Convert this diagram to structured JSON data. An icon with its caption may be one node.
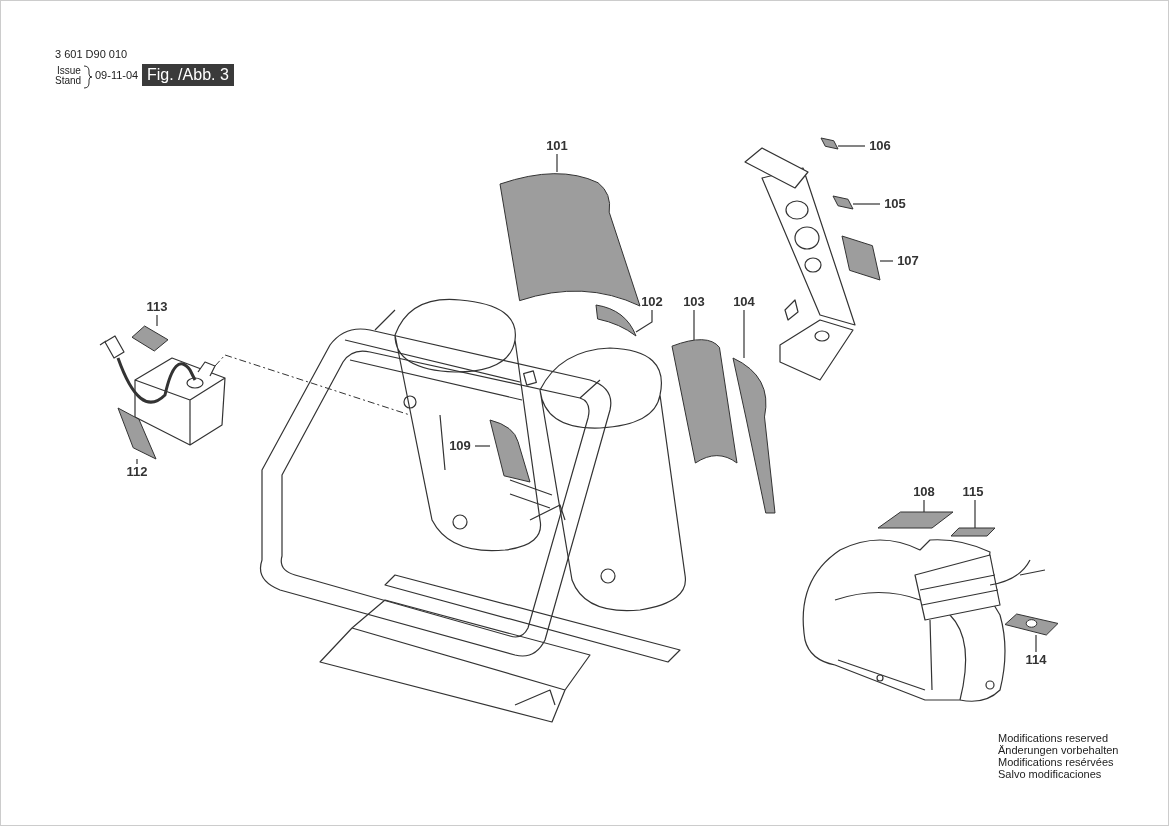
{
  "diagram": {
    "nodes": [
      {
        "text": [
          "101"
        ]
      },
      {
        "text": [
          "106"
        ]
      },
      {
        "text": [
          "105"
        ]
      },
      {
        "text": [
          "107"
        ]
      },
      {
        "text": [
          "113"
        ]
      },
      {
        "text": [
          "102"
        ]
      },
      {
        "text": [
          "103"
        ]
      },
      {
        "text": [
          "104"
        ]
      },
      {
        "text": [
          "109"
        ]
      },
      {
        "text": [
          "112"
        ]
      },
      {
        "text": [
          "108"
        ]
      },
      {
        "text": [
          "115"
        ]
      },
      {
        "text": [
          "114"
        ]
      },
      {
        "text": [],
        "shape": "box"
      },
      {
        "text": [],
        "shape": "box"
      },
      {
        "text": [],
        "shape": "box"
      },
      {
        "text": [],
        "shape": "box"
      },
      {
        "text": [],
        "shape": "box"
      },
      {
        "text": [],
        "shape": "box"
      },
      {
        "text": [],
        "shape": "box"
      },
      {
        "text": [],
        "shape": "box"
      },
      {
        "text": [],
        "shape": "box"
      },
      {
        "text": [],
        "shape": "box"
      },
      {
        "text": [],
        "shape": "box"
      },
      {
        "text": [],
        "shape": "box"
      },
      {
        "text": [],
        "shape": "box"
      }
    ],
    "edges": [
      {
        "from": 0,
        "to": 13,
        "arrow": "none"
      },
      {
        "from": 1,
        "to": 14,
        "arrow": "none"
      },
      {
        "from": 2,
        "to": 15,
        "arrow": "none"
      },
      {
        "from": 3,
        "to": 16,
        "arrow": "none"
      },
      {
        "from": 4,
        "to": 17,
        "arrow": "none"
      },
      {
        "from": 5,
        "to": 18,
        "arrow": "none"
      },
      {
        "from": 6,
        "to": 19,
        "arrow": "none"
      },
      {
        "from": 7,
        "to": 20,
        "arrow": "none"
      },
      {
        "from": 8,
        "to": 21,
        "arrow": "none"
      },
      {
        "from": 9,
        "to": 22,
        "arrow": "none"
      },
      {
        "from": 10,
        "to": 23,
        "arrow": "none"
      },
      {
        "from": 11,
        "to": 24,
        "arrow": "none"
      },
      {
        "from": 12,
        "to": 25,
        "arrow": "none"
      }
    ],
    "labels": [
      "3 601 D90 010",
      "Issue",
      "Stand",
      "09-11-04",
      "Fig. /Abb. 3",
      "Modifications reserved",
      "Änderungen vorbehalten",
      "Modifications resérvées",
      "Salvo modificaciones"
    ]
  }
}
